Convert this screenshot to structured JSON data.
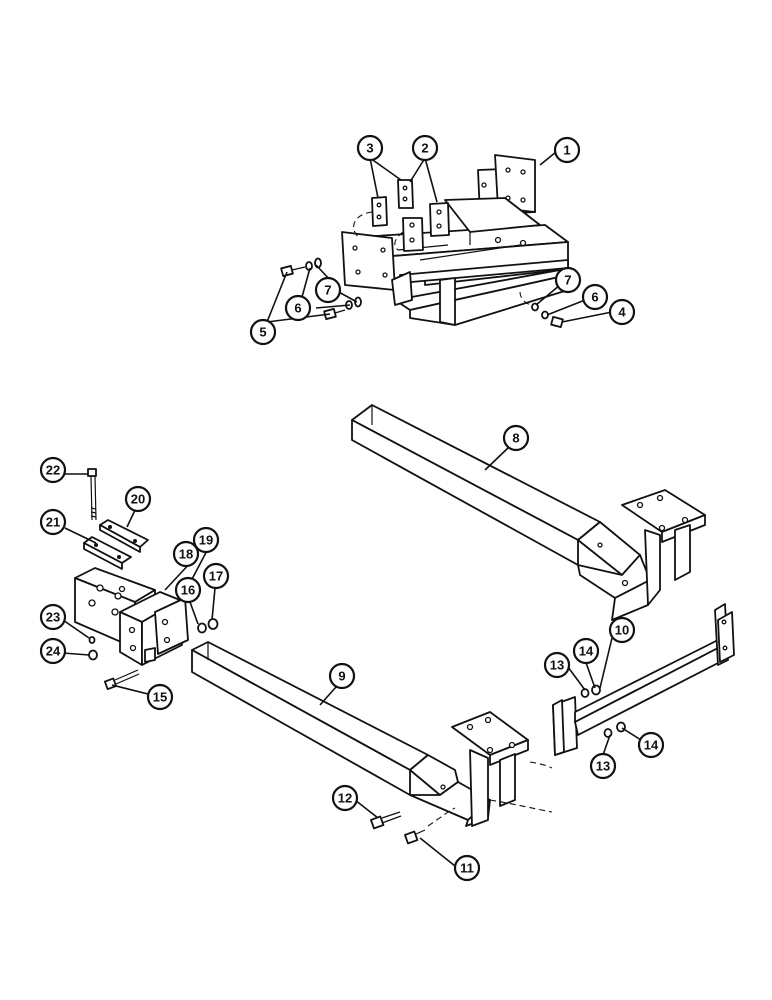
{
  "diagram": {
    "style": "exploded-parts-line-drawing",
    "colors": {
      "ink": "#111111",
      "background": "#ffffff"
    },
    "callouts": [
      {
        "id": "c1",
        "label": "1"
      },
      {
        "id": "c2",
        "label": "2"
      },
      {
        "id": "c3",
        "label": "3"
      },
      {
        "id": "c4",
        "label": "4"
      },
      {
        "id": "c5",
        "label": "5"
      },
      {
        "id": "c6a",
        "label": "6"
      },
      {
        "id": "c6b",
        "label": "6"
      },
      {
        "id": "c7a",
        "label": "7"
      },
      {
        "id": "c7b",
        "label": "7"
      },
      {
        "id": "c8",
        "label": "8"
      },
      {
        "id": "c9",
        "label": "9"
      },
      {
        "id": "c10",
        "label": "10"
      },
      {
        "id": "c11",
        "label": "11"
      },
      {
        "id": "c12",
        "label": "12"
      },
      {
        "id": "c13a",
        "label": "13"
      },
      {
        "id": "c13b",
        "label": "13"
      },
      {
        "id": "c14a",
        "label": "14"
      },
      {
        "id": "c14b",
        "label": "14"
      },
      {
        "id": "c15",
        "label": "15"
      },
      {
        "id": "c16",
        "label": "16"
      },
      {
        "id": "c17",
        "label": "17"
      },
      {
        "id": "c18",
        "label": "18"
      },
      {
        "id": "c19",
        "label": "19"
      },
      {
        "id": "c20",
        "label": "20"
      },
      {
        "id": "c21",
        "label": "21"
      },
      {
        "id": "c22",
        "label": "22"
      },
      {
        "id": "c23",
        "label": "23"
      },
      {
        "id": "c24",
        "label": "24"
      }
    ]
  }
}
